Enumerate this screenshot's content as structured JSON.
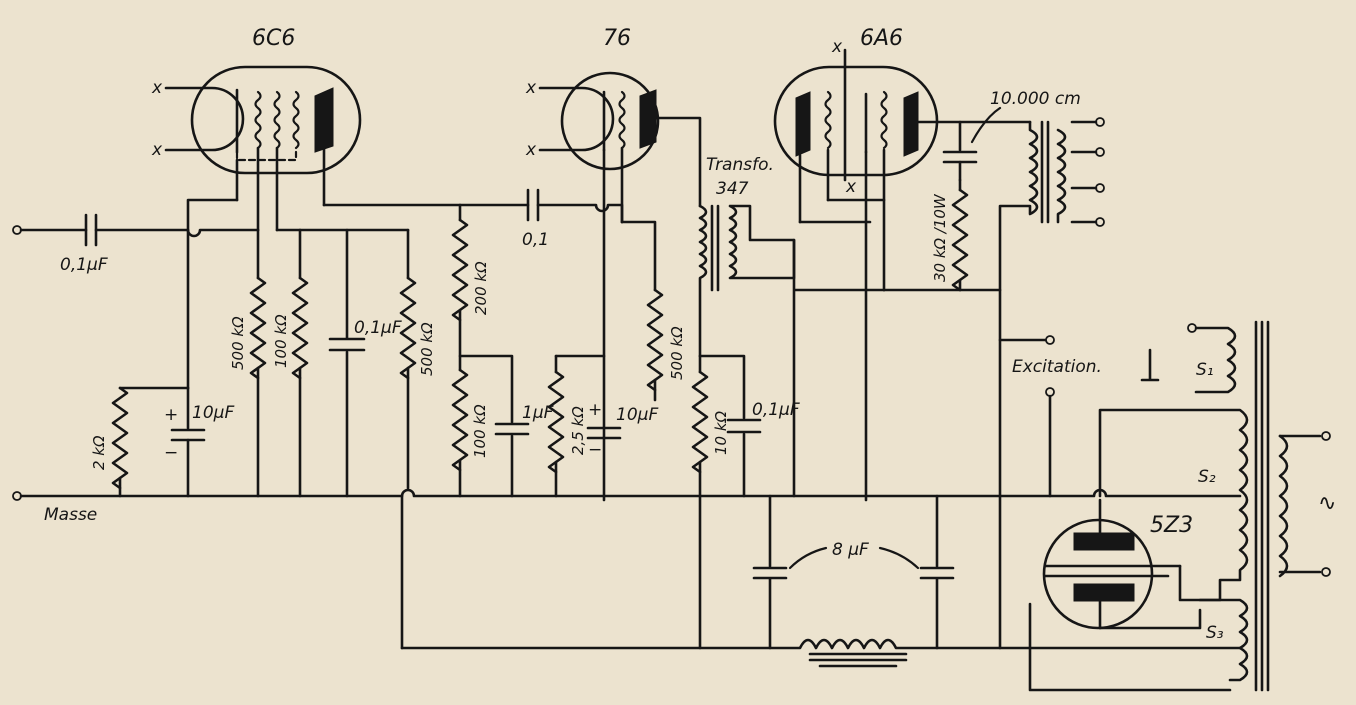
{
  "tubes": {
    "t1": "6C6",
    "t2": "76",
    "t3": "6A6",
    "t4": "5Z3"
  },
  "labels": {
    "x": "x",
    "cap_in": "0,1μF",
    "cap_coupling": "0,1",
    "transfo": "Transfo.",
    "transfo_num": "347",
    "cap_plate": "10.000 cm",
    "res_plate": "30 kΩ /10W",
    "r_2k": "2 kΩ",
    "c_10uF": "10μF",
    "r_500k_a": "500 kΩ",
    "r_100k_a": "100 kΩ",
    "c_01_b": "0,1μF",
    "r_500k_b": "500 kΩ",
    "r_200k": "200 kΩ",
    "r_100k_b": "100 kΩ",
    "c_1uF": "1μF",
    "r_2_5k": "2,5 kΩ",
    "c_10uF_b": "10μF",
    "r_500k_c": "500 kΩ",
    "r_10k": "10 kΩ",
    "c_01_c": "0,1μF",
    "plus": "+",
    "minus": "−",
    "masse": "Masse",
    "excitation": "Excitation.",
    "s1": "S₁",
    "s2": "S₂",
    "s3": "S₃",
    "c_8uF": "8 μF",
    "ac": "∿"
  }
}
